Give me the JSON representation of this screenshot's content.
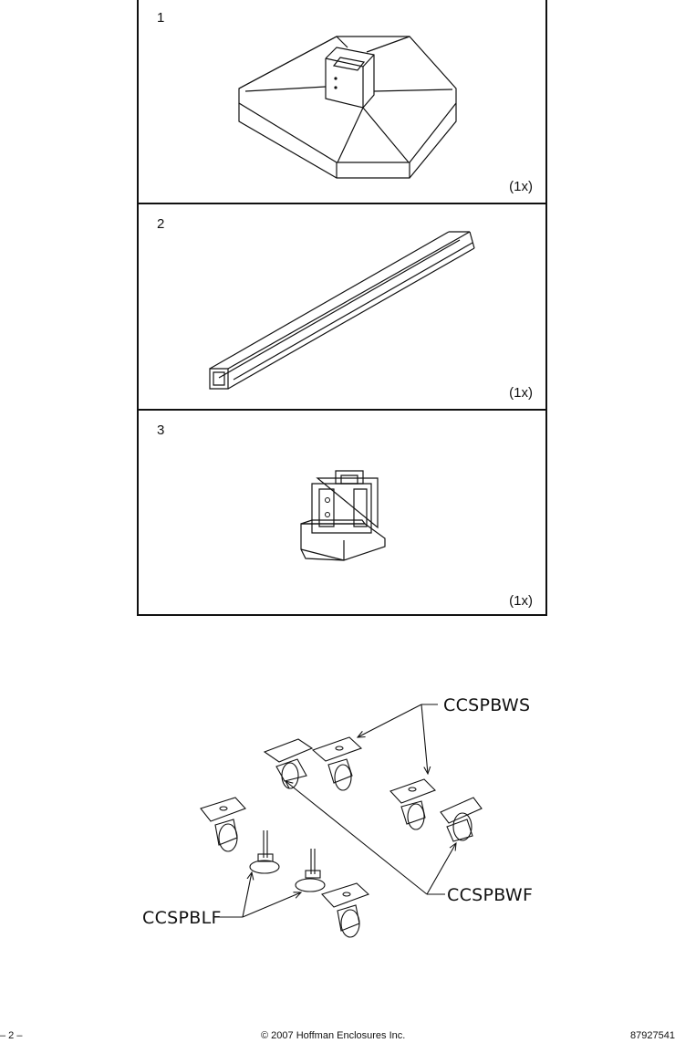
{
  "parts": [
    {
      "number": "1",
      "qty": "(1x)",
      "icon": "pedestal-base-icon"
    },
    {
      "number": "2",
      "qty": "(1x)",
      "icon": "square-tube-column-icon"
    },
    {
      "number": "3",
      "qty": "(1x)",
      "icon": "column-adapter-icon"
    }
  ],
  "hardware": {
    "label_ws": "CCSPBWS",
    "label_wf": "CCSPBWF",
    "label_lf": "CCSPBLF"
  },
  "footer": {
    "page": "– 2 –",
    "copyright": "© 2007 Hoffman Enclosures Inc.",
    "doc_number": "87927541"
  }
}
